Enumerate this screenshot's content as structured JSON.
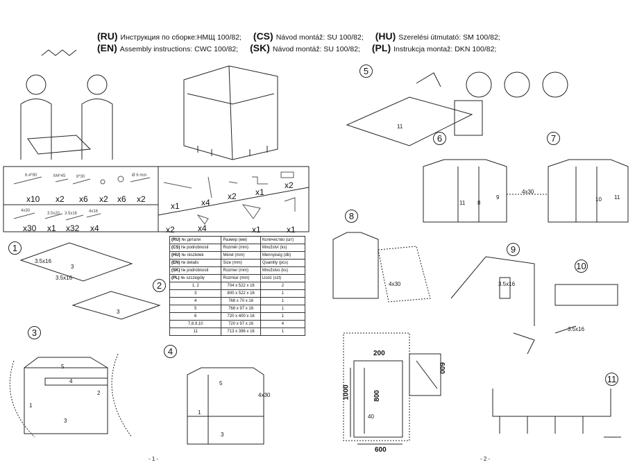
{
  "header": {
    "line1": [
      {
        "code": "(RU)",
        "text": "Инструкция по сборке:НМЩ 100/82;"
      },
      {
        "code": "(CS)",
        "text": "Návod montáž: SU 100/82;"
      },
      {
        "code": "(HU)",
        "text": "Szerelési útmutató: SM 100/82;"
      }
    ],
    "line2": [
      {
        "code": "(EN)",
        "text": "Assembly instructions: CWC 100/82;"
      },
      {
        "code": "(SK)",
        "text": "Návod montáž: SU 100/82;"
      },
      {
        "code": "(PL)",
        "text": "Instrukcja montaž: DKN 100/82;"
      }
    ]
  },
  "hardware": {
    "row1": [
      {
        "size": "6.4*90",
        "qty": "x10"
      },
      {
        "size": "M4*45",
        "qty": "x2"
      },
      {
        "size": "8*30",
        "qty": "x6"
      },
      {
        "size": "",
        "qty": "x2"
      },
      {
        "size": "",
        "qty": "x6"
      },
      {
        "size": "Ø 6 mm",
        "qty": "x2"
      }
    ],
    "row2": [
      {
        "size": "4x30",
        "qty": "x30"
      },
      {
        "size": "3.5x20",
        "qty": "x1"
      },
      {
        "size": "3.5x16",
        "qty": "x32"
      },
      {
        "size": "4x16",
        "qty": "x4"
      }
    ],
    "fittings": [
      "x1",
      "x4",
      "x2",
      "x1",
      "x2",
      "x2",
      "x4",
      "x1",
      "x1"
    ]
  },
  "parts_table": {
    "headers": [
      [
        "(RU)",
        "№ детали",
        "Размер  (мм)",
        "Количество (шт)"
      ],
      [
        "(CS)",
        "№ podrobnosti",
        "Rozměr (mm)",
        "Množství (ks)"
      ],
      [
        "(HU)",
        "№ részletek",
        "Méret (mm)",
        "Mennyiség (db)"
      ],
      [
        "(EN)",
        "№ details",
        "Size (mm)",
        "Quantity  (pcs)"
      ],
      [
        "(SK)",
        "№ podrobnosti",
        "Rozmer (mm)",
        "Množstvo (ks)"
      ],
      [
        "(PL)",
        "№ szczegóły",
        "Rozmiar (mm)",
        "Llość (szt)"
      ]
    ],
    "rows": [
      [
        "1, 2",
        "704 x 522 x 16",
        "2"
      ],
      [
        "3",
        "800 x 522 x 16",
        "1"
      ],
      [
        "4",
        "768 x 70 x 16",
        "1"
      ],
      [
        "5",
        "768 x 97 x 16",
        "1"
      ],
      [
        "6",
        "720 x 400 x 16",
        "1"
      ],
      [
        "7,8,9,10",
        "720 x 97 x 16",
        "4"
      ],
      [
        "11",
        "713 x 396 x 16",
        "1"
      ]
    ]
  },
  "steps": [
    "1",
    "2",
    "3",
    "4",
    "5",
    "6",
    "7",
    "8",
    "9",
    "10",
    "11"
  ],
  "labels": {
    "screw_a": "3.5x16",
    "screw_b": "3.5x16",
    "screw_4x30": "4x30",
    "p1": "1",
    "p2": "2",
    "p3": "3",
    "p4": "4",
    "p5": "5",
    "p8": "8",
    "p9": "9",
    "p10": "10",
    "p11": "11"
  },
  "dimensions": {
    "top": "200",
    "right": "600",
    "height": "1000",
    "inner": "800",
    "small": "40",
    "bottom": "600"
  },
  "page_numbers": [
    "- 1 -",
    "- 2 -"
  ]
}
